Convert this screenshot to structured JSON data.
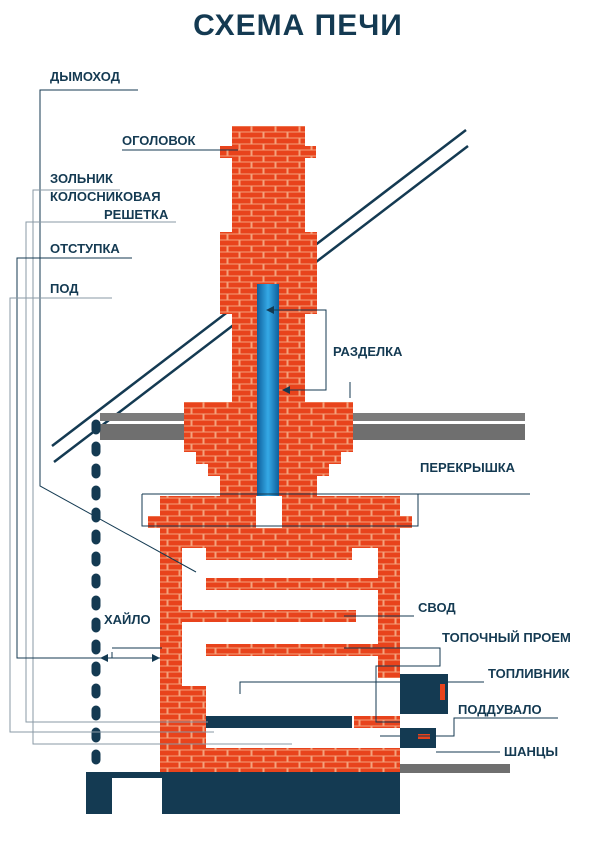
{
  "title": "СХЕМА ПЕЧИ",
  "labels": {
    "dymokhod": "ДЫМОХОД",
    "ogolovok": "ОГОЛОВОК",
    "zolnik": "ЗОЛЬНИК",
    "kolosnikovaya_1": "КОЛОСНИКОВАЯ",
    "kolosnikovaya_2": "РЕШЕТКА",
    "otstupka": "ОТСТУПКА",
    "pod": "ПОД",
    "razdelka": "РАЗДЕЛКА",
    "perekryshka": "ПЕРЕКРЫШКА",
    "khailo": "ХАЙЛО",
    "svod": "СВОД",
    "topochny_proem": "ТОПОЧНЫЙ ПРОЕМ",
    "toplivnik": "ТОПЛИВНИК",
    "poddutvalo": "ПОДДУВАЛО",
    "shantsy": "ШАНЦЫ"
  },
  "colors": {
    "brick": "#e8431c",
    "brick_mortar": "#f3a27c",
    "navy": "#143a52",
    "flue": "#1e8fd0",
    "gray": "#6f6f6f"
  }
}
